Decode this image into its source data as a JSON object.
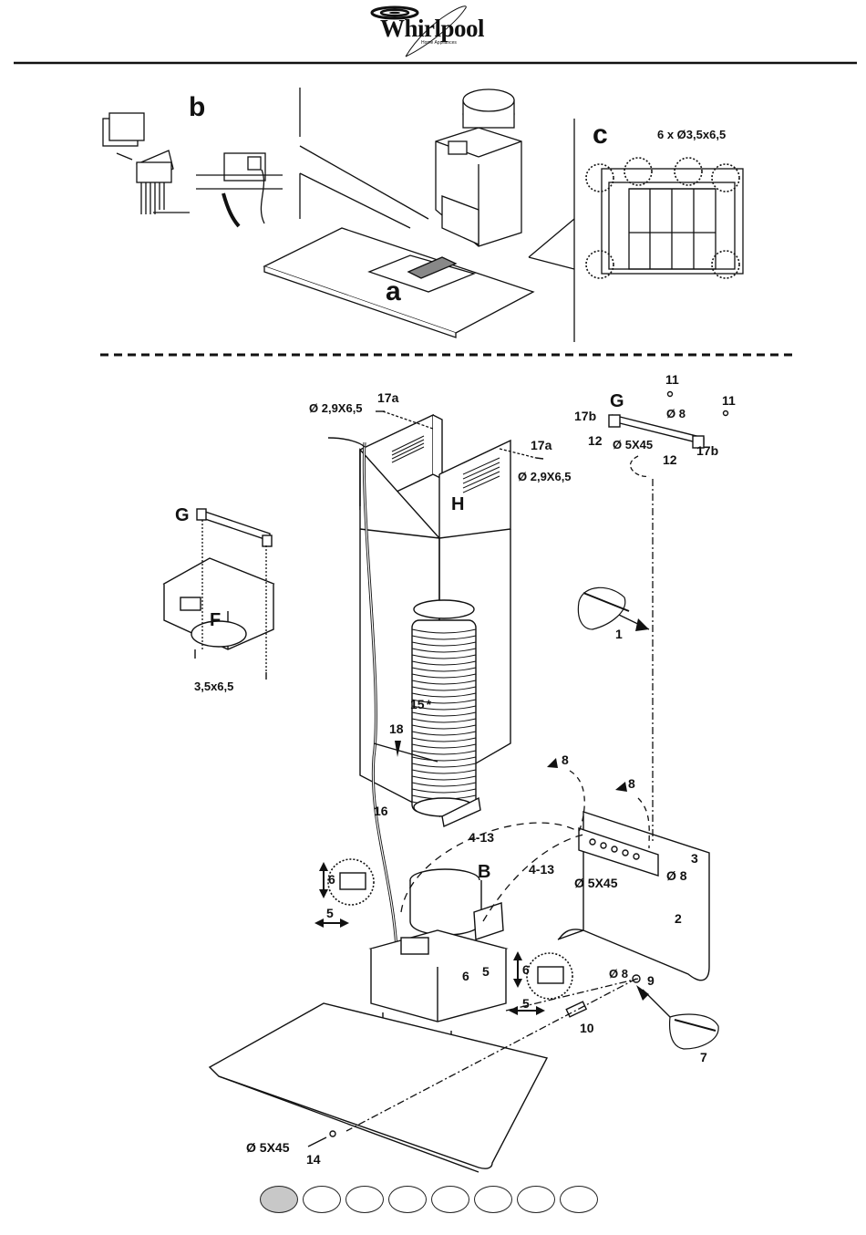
{
  "header": {
    "brand": "Whirlpool",
    "brand_tagline": "Home Appliances"
  },
  "top_section": {
    "panel_a": {
      "label": "a"
    },
    "panel_b": {
      "label": "b"
    },
    "panel_c": {
      "label": "c",
      "screws": "6 x Ø3,5x6,5"
    }
  },
  "main_diagram": {
    "parts": {
      "screw_17a_left": {
        "num": "17a",
        "spec": "Ø 2,9X6,5"
      },
      "screw_17a_right": {
        "num": "17a",
        "spec": "Ø 2,9X6,5"
      },
      "chimney": "H",
      "bracket_top": "G",
      "label_17b_left": "17b",
      "label_17b_right": "17b",
      "label_12_left": "12",
      "label_12_right": "12",
      "label_11_a": "11",
      "label_11_b": "11",
      "dia8_top": "Ø 8",
      "screw_5x45_top": "Ø 5X45",
      "bracket_side": "G",
      "filter": "F",
      "filter_screws": "3,5x6,5",
      "step_1": "1",
      "hose": "15",
      "hose_star": "*",
      "step_18": "18",
      "cable": "16",
      "step_8_a": "8",
      "step_8_b": "8",
      "step_4_13_a": "4-13",
      "step_4_13_b": "4-13",
      "motor": "B",
      "step_3": "3",
      "wall_bracket_screw": "Ø 5X45",
      "dia8_mid": "Ø 8",
      "wall": "2",
      "adj_6_left": "6",
      "adj_5_left": "5",
      "adj_6_mid": "6",
      "adj_5_mid": "5",
      "adj_6_right": "6",
      "adj_5_right": "5",
      "dia8_bottom": "Ø 8",
      "step_9": "9",
      "step_10": "10",
      "step_7": "7",
      "screw_bottom": "Ø 5X45",
      "step_14": "14"
    }
  },
  "pagination": {
    "pages": 8,
    "active_index": 0,
    "active_color": "#c8c8c8"
  }
}
